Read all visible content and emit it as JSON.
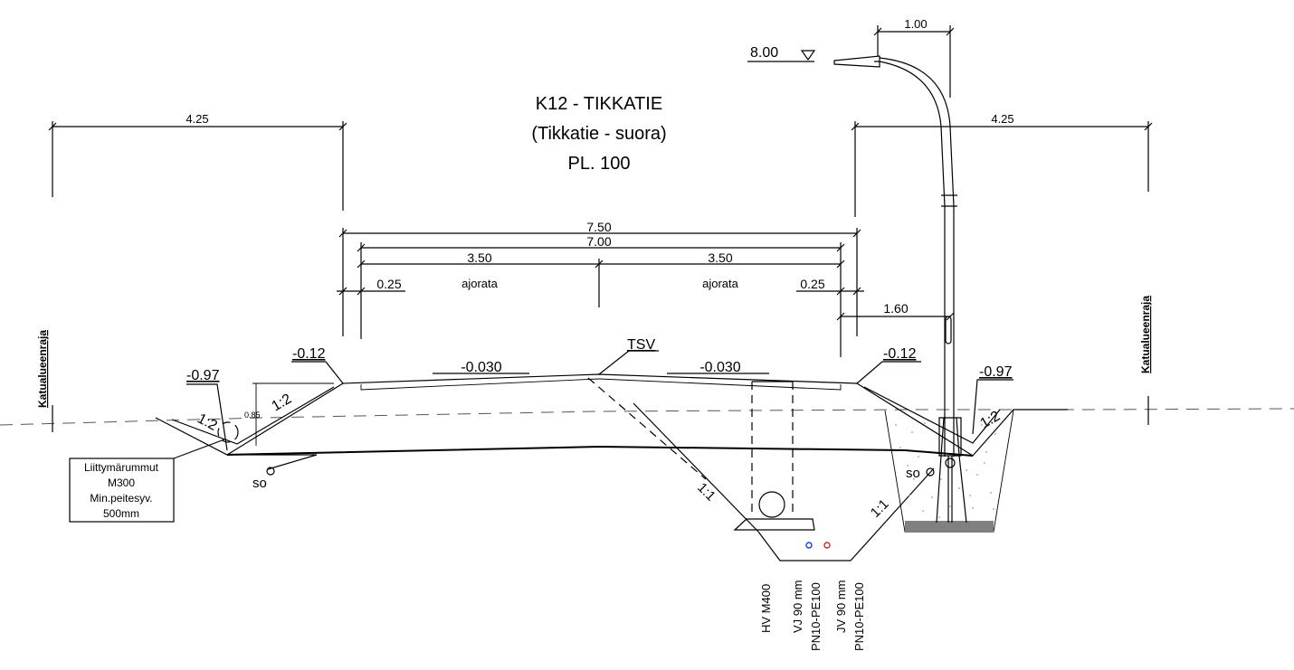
{
  "title": {
    "line1": "K12 - TIKKATIE",
    "line2": "(Tikkatie - suora)",
    "line3": "PL. 100"
  },
  "boundary": {
    "left": "Katualueenraja",
    "right": "Katualueenraja"
  },
  "dimensions": {
    "left_zone": "4.25",
    "right_zone": "4.25",
    "total": "7.50",
    "carriageway": "7.00",
    "lane_left": "3.50",
    "lane_right": "3.50",
    "shoulder_left": "0.25",
    "shoulder_right": "0.25",
    "lamp_offset": "1.60",
    "lamp_arm": "1.00",
    "lamp_height": "8.00",
    "ditch_depth": "0.85"
  },
  "lanes": {
    "left": "ajorata",
    "right": "ajorata"
  },
  "levels": {
    "edge_left": "-0.12",
    "edge_right": "-0.12",
    "ditch_left": "-0.97",
    "ditch_right": "-0.97",
    "crossfall_left": "-0.030",
    "crossfall_right": "-0.030",
    "centerline": "TSV"
  },
  "slopes": {
    "left_inner": "1:2",
    "left_outer": "1:2",
    "right_outer": "1:2",
    "trench_left": "1:1",
    "trench_right": "1:1"
  },
  "drain": {
    "left": "so",
    "right": "so"
  },
  "note": {
    "line1": "Liittymärummut",
    "line2": "M300",
    "line3": "Min.peitesyv.",
    "line4": "500mm"
  },
  "pipes": {
    "hv": "HV  M400",
    "vj_line1": "VJ 90 mm",
    "vj_line2": "PN10-PE100",
    "jv_line1": "JV 90 mm",
    "jv_line2": "PN10-PE100"
  },
  "colors": {
    "water_pipe": "#1f3fd1",
    "sewer_pipe": "#d12a2a",
    "foundation": "#808080"
  }
}
